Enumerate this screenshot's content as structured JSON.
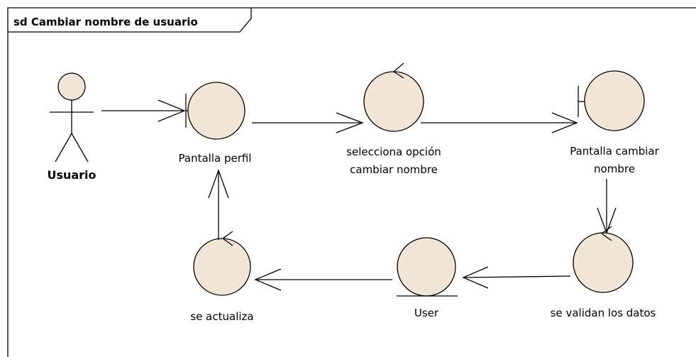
{
  "diagram": {
    "title": "sd Cambiar nombre de usuario",
    "actor": {
      "label": "Usuario"
    },
    "nodes": {
      "pantalla_perfil": {
        "label": "Pantalla perfil",
        "kind": "boundary"
      },
      "selecciona": {
        "label_line1": "selecciona opción",
        "label_line2": "cambiar nombre",
        "kind": "control"
      },
      "pantalla_cambiar": {
        "label_line1": "Pantalla cambiar",
        "label_line2": "nombre",
        "kind": "boundary"
      },
      "se_validan": {
        "label": "se validan los datos",
        "kind": "control"
      },
      "user": {
        "label": "User",
        "kind": "entity"
      },
      "se_actualiza": {
        "label": "se actualiza",
        "kind": "control"
      }
    },
    "flows": [
      {
        "from": "Usuario",
        "to": "Pantalla perfil"
      },
      {
        "from": "Pantalla perfil",
        "to": "selecciona opción cambiar nombre"
      },
      {
        "from": "selecciona opción cambiar nombre",
        "to": "Pantalla cambiar nombre"
      },
      {
        "from": "Pantalla cambiar nombre",
        "to": "se validan los datos"
      },
      {
        "from": "se validan los datos",
        "to": "User"
      },
      {
        "from": "User",
        "to": "se actualiza"
      },
      {
        "from": "se actualiza",
        "to": "Pantalla perfil"
      }
    ],
    "colors": {
      "fill": "#f2e6d9",
      "stroke": "#000000",
      "background": "#ffffff"
    }
  }
}
